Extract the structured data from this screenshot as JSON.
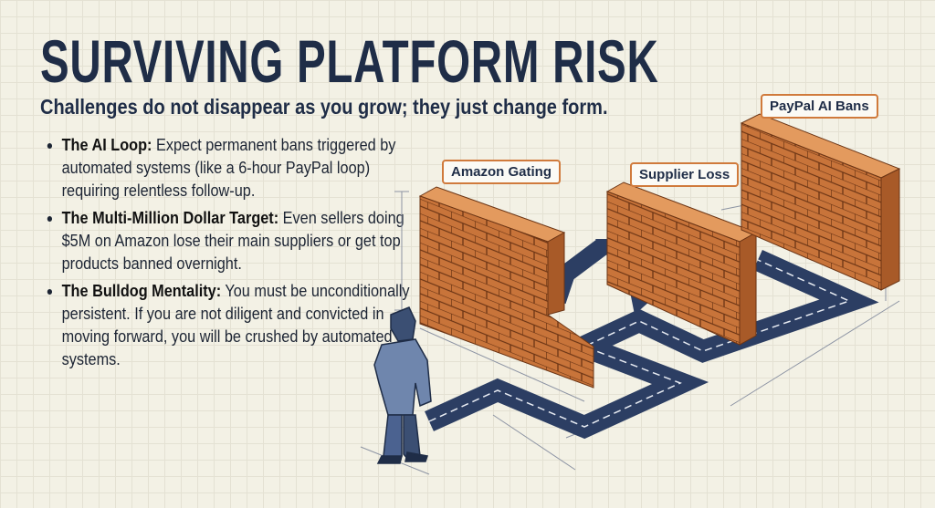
{
  "header": {
    "title": "SURVIVING PLATFORM RISK",
    "subtitle": "Challenges do not disappear as you grow; they just change form."
  },
  "bullets": [
    {
      "heading": "The AI Loop:",
      "text": " Expect permanent bans triggered by automated systems (like a 6-hour PayPal loop) requiring relentless follow-up."
    },
    {
      "heading": "The Multi-Million Dollar Target:",
      "text": " Even sellers doing $5M on Amazon lose their main suppliers or get top products banned overnight."
    },
    {
      "heading": "The Bulldog Mentality:",
      "text": " You must be unconditionally persistent. If you are not diligent and convicted in moving forward, you will be crushed by automated systems."
    }
  ],
  "walls": [
    {
      "label": "Amazon Gating"
    },
    {
      "label": "Supplier Loss"
    },
    {
      "label": "PayPal AI Bans"
    }
  ],
  "colors": {
    "brick": "#c8743a",
    "navy": "#2c3e63",
    "background": "#f3f1e5"
  }
}
